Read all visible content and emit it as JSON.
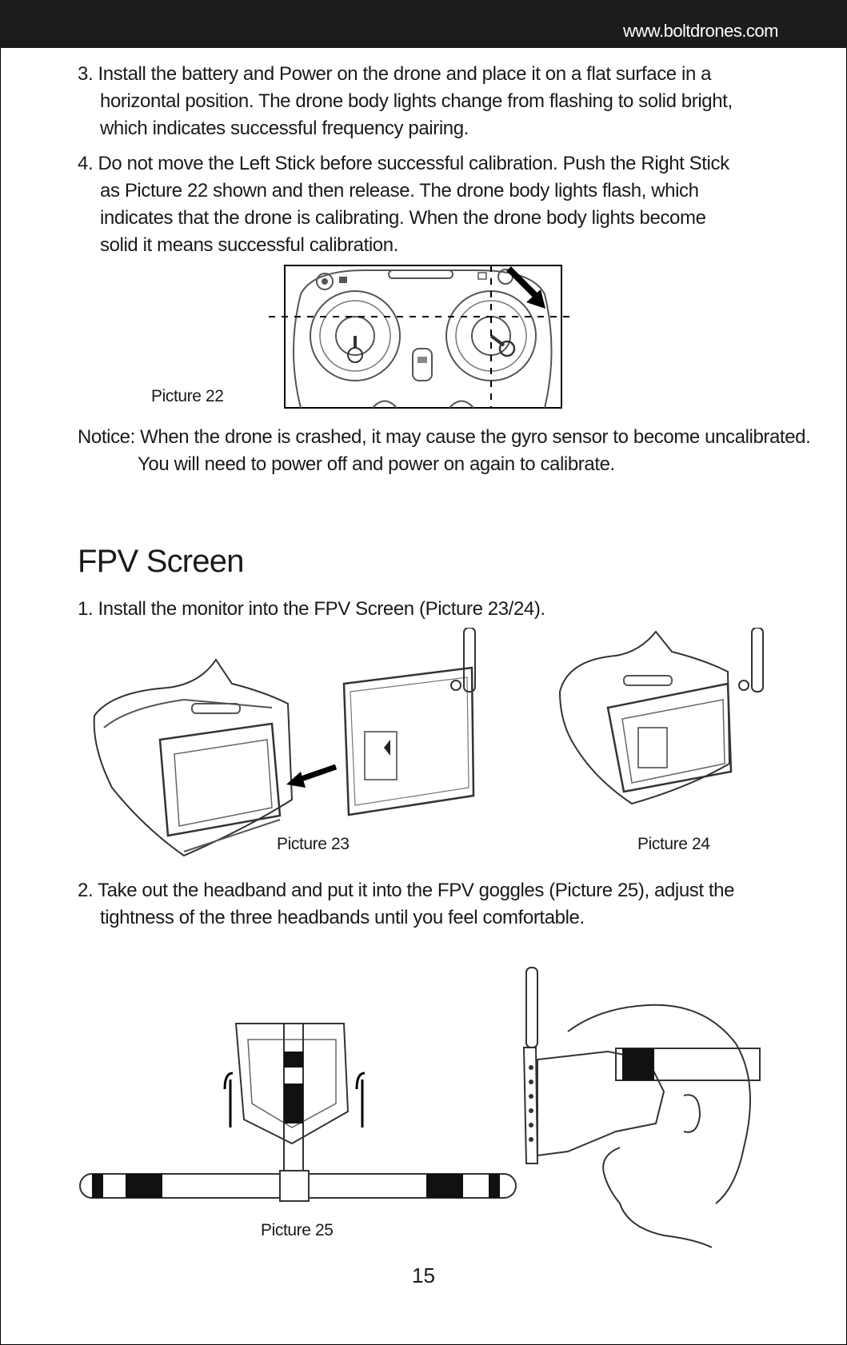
{
  "header": {
    "url": "www.boltdrones.com"
  },
  "steps_top": [
    {
      "lines": [
        "3. Install the battery and Power on the drone and place it on a flat surface in a",
        "horizontal position. The drone body lights change from flashing to solid bright,",
        "which indicates successful frequency pairing."
      ]
    },
    {
      "lines": [
        "4. Do not move the Left Stick before successful calibration. Push the Right Stick",
        "as Picture 22 shown and then release. The drone body lights flash, which",
        "indicates that the drone is calibrating. When the drone body lights become",
        "solid it means successful calibration."
      ]
    }
  ],
  "captions": {
    "p22": "Picture 22",
    "p23": "Picture 23",
    "p24": "Picture 24",
    "p25": "Picture 25"
  },
  "notice": {
    "lines": [
      "Notice: When the drone is crashed, it may cause the gyro sensor to become uncalibrated.",
      "You will need to power off and power on again to calibrate."
    ]
  },
  "section": {
    "title": "FPV Screen"
  },
  "steps_bottom": [
    {
      "lines": [
        "1. Install the monitor into the FPV Screen (Picture 23/24)."
      ]
    },
    {
      "lines": [
        "2. Take out the headband and put it into the FPV goggles (Picture 25), adjust the",
        "tightness of the three headbands until you feel comfortable."
      ]
    }
  ],
  "footer": {
    "page_number": "15"
  }
}
